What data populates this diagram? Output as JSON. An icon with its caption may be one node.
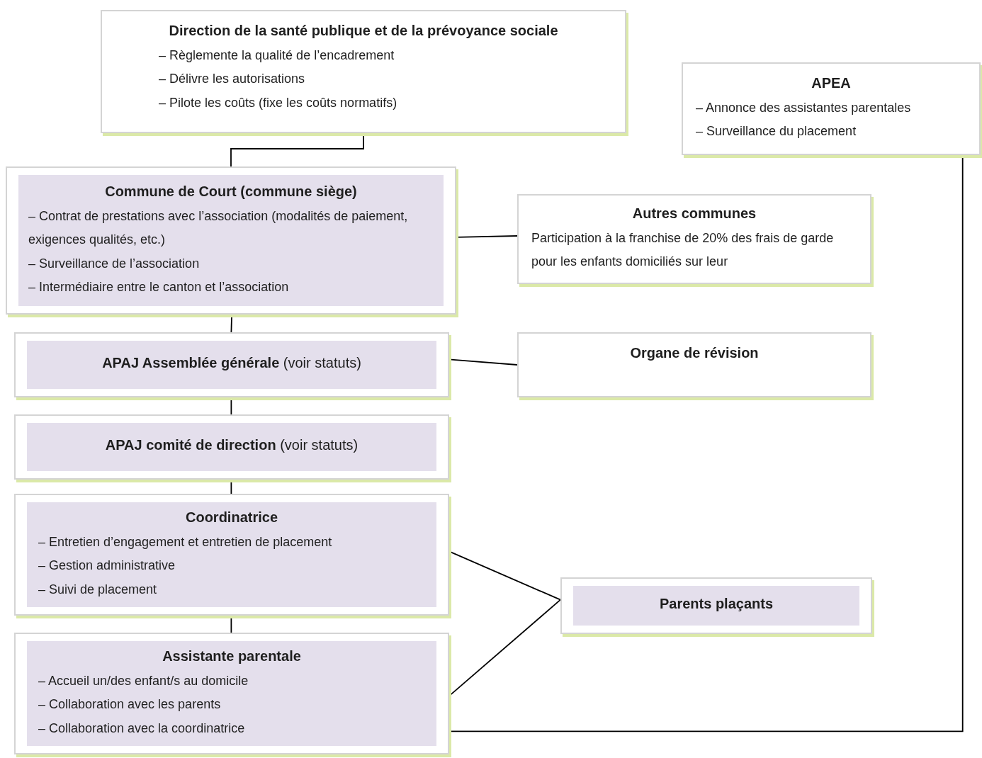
{
  "diagram": {
    "nodes": [
      {
        "text": [
          "Direction de la santé publique et de la prévoyance sociale",
          "– Règlemente la qualité de l’encadrement",
          "– Délivre les autorisations",
          "– Pilote les coûts (fixe les coûts normatifs)"
        ]
      },
      {
        "text": [
          "APEA",
          "– Annonce des assistantes parentales",
          "– Surveillance du placement"
        ]
      },
      {
        "text": [
          "Commune de Court (commune siège)",
          "– Contrat de prestations avec l’association (modalités de paiement, exigences qualités,  etc.)",
          "– Surveillance de l’association",
          "– Intermédiaire  entre le  canton et l’association"
        ]
      },
      {
        "text": [
          "Autres communes",
          "Participation à la franchise de 20%  des frais de garde pour les enfants domiciliés sur leur"
        ]
      },
      {
        "text": [
          "**APAJ  Assemblée générale** (voir statuts)"
        ]
      },
      {
        "text": [
          "Organe de révision"
        ]
      },
      {
        "text": [
          "**APAJ comité de direction** (voir statuts)"
        ]
      },
      {
        "text": [
          "Coordinatrice",
          "– Entretien d’engagement et entretien de placement",
          "– Gestion administrative",
          "– Suivi de placement"
        ]
      },
      {
        "text": [
          "Parents  plaçants"
        ]
      },
      {
        "text": [
          "Assistante parentale",
          "– Accueil un/des enfant/s au domicile",
          "– Collaboration avec les parents",
          "– Collaboration avec la coordinatrice"
        ]
      }
    ],
    "edges": [
      {
        "from": 0,
        "to": 2,
        "arrow": "none"
      },
      {
        "from": 2,
        "to": 3,
        "arrow": "none"
      },
      {
        "from": 2,
        "to": 4,
        "arrow": "none"
      },
      {
        "from": 4,
        "to": 5,
        "arrow": "none"
      },
      {
        "from": 4,
        "to": 6,
        "arrow": "none"
      },
      {
        "from": 6,
        "to": 7,
        "arrow": "none"
      },
      {
        "from": 7,
        "to": 8,
        "arrow": "none"
      },
      {
        "from": 9,
        "to": 8,
        "arrow": "none"
      },
      {
        "from": 7,
        "to": 9,
        "arrow": "none"
      },
      {
        "from": 1,
        "to": 9,
        "arrow": "none"
      }
    ]
  }
}
